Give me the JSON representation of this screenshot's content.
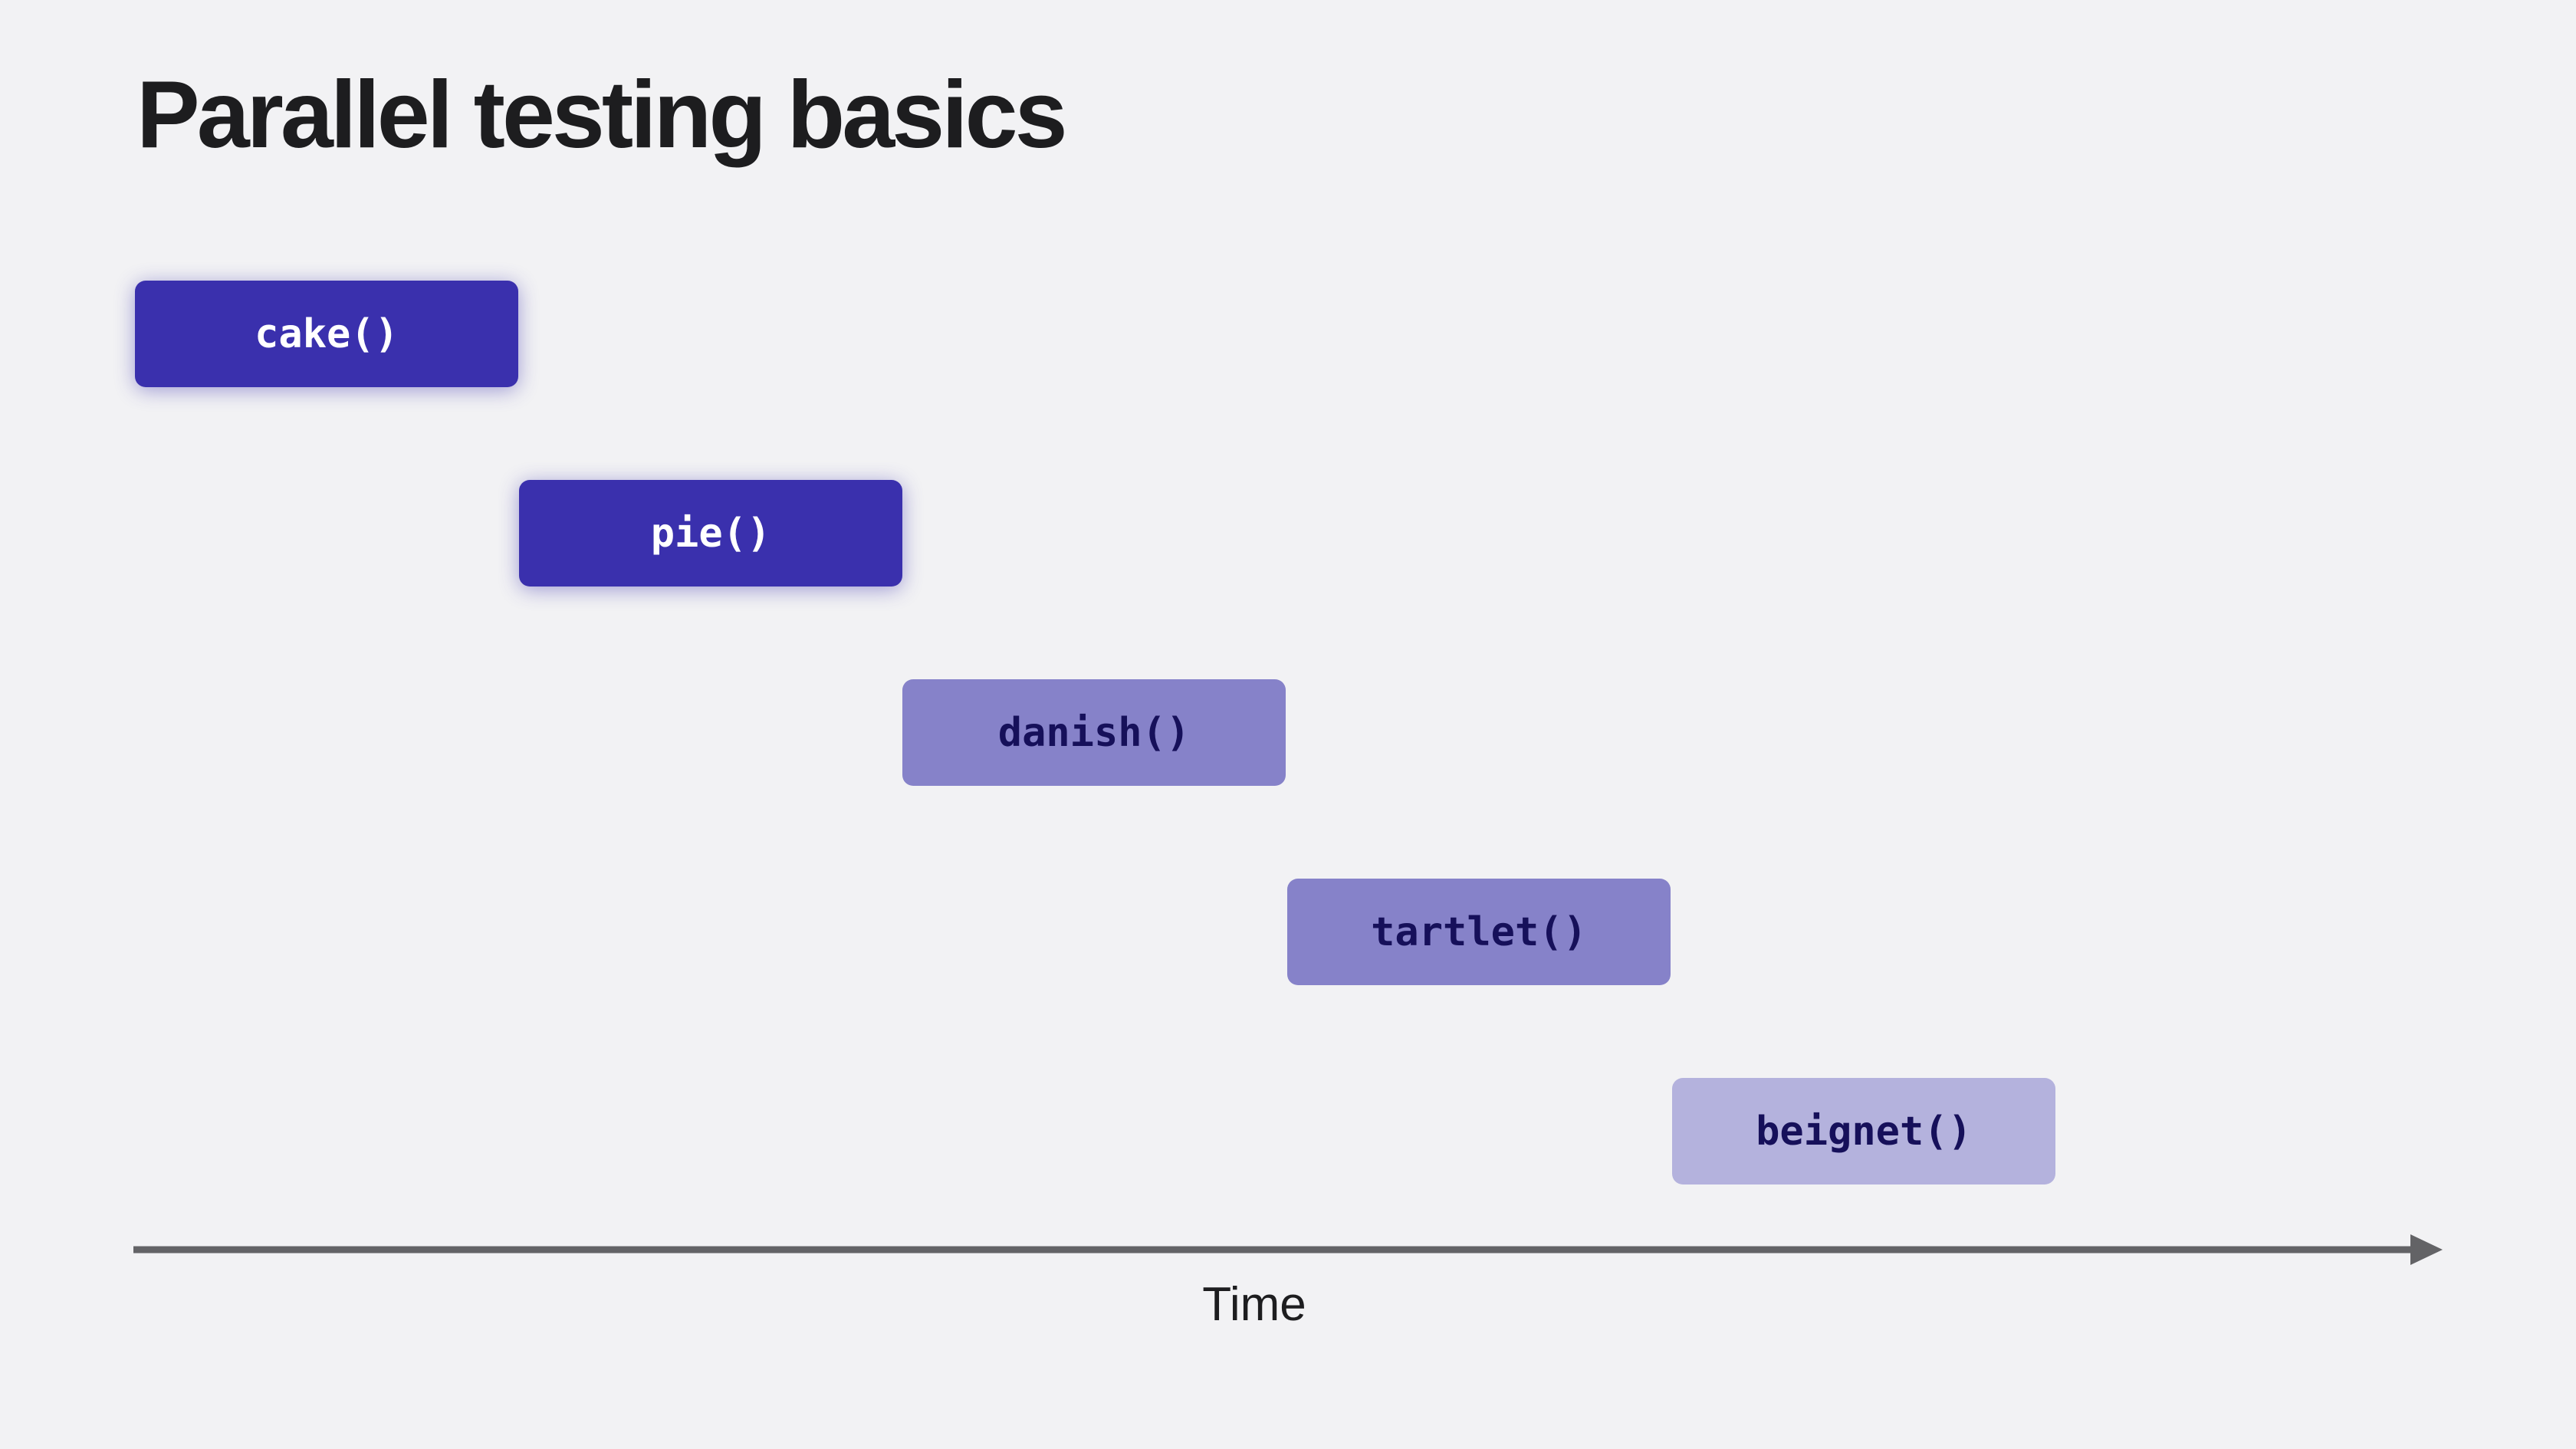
{
  "slide": {
    "title": "Parallel testing basics"
  },
  "tasks": [
    {
      "label": "cake()",
      "state": "active"
    },
    {
      "label": "pie()",
      "state": "active"
    },
    {
      "label": "danish()",
      "state": "queued"
    },
    {
      "label": "tartlet()",
      "state": "queued"
    },
    {
      "label": "beignet()",
      "state": "pending"
    }
  ],
  "timeline": {
    "label": "Time",
    "arrow_icon": "arrow-right-icon"
  },
  "colors": {
    "background": "#f2f2f4",
    "active": "#3a30ad",
    "queued": "#8682c9",
    "pending": "#b4b2dd",
    "axis": "#636366",
    "text": "#1d1d1f"
  }
}
